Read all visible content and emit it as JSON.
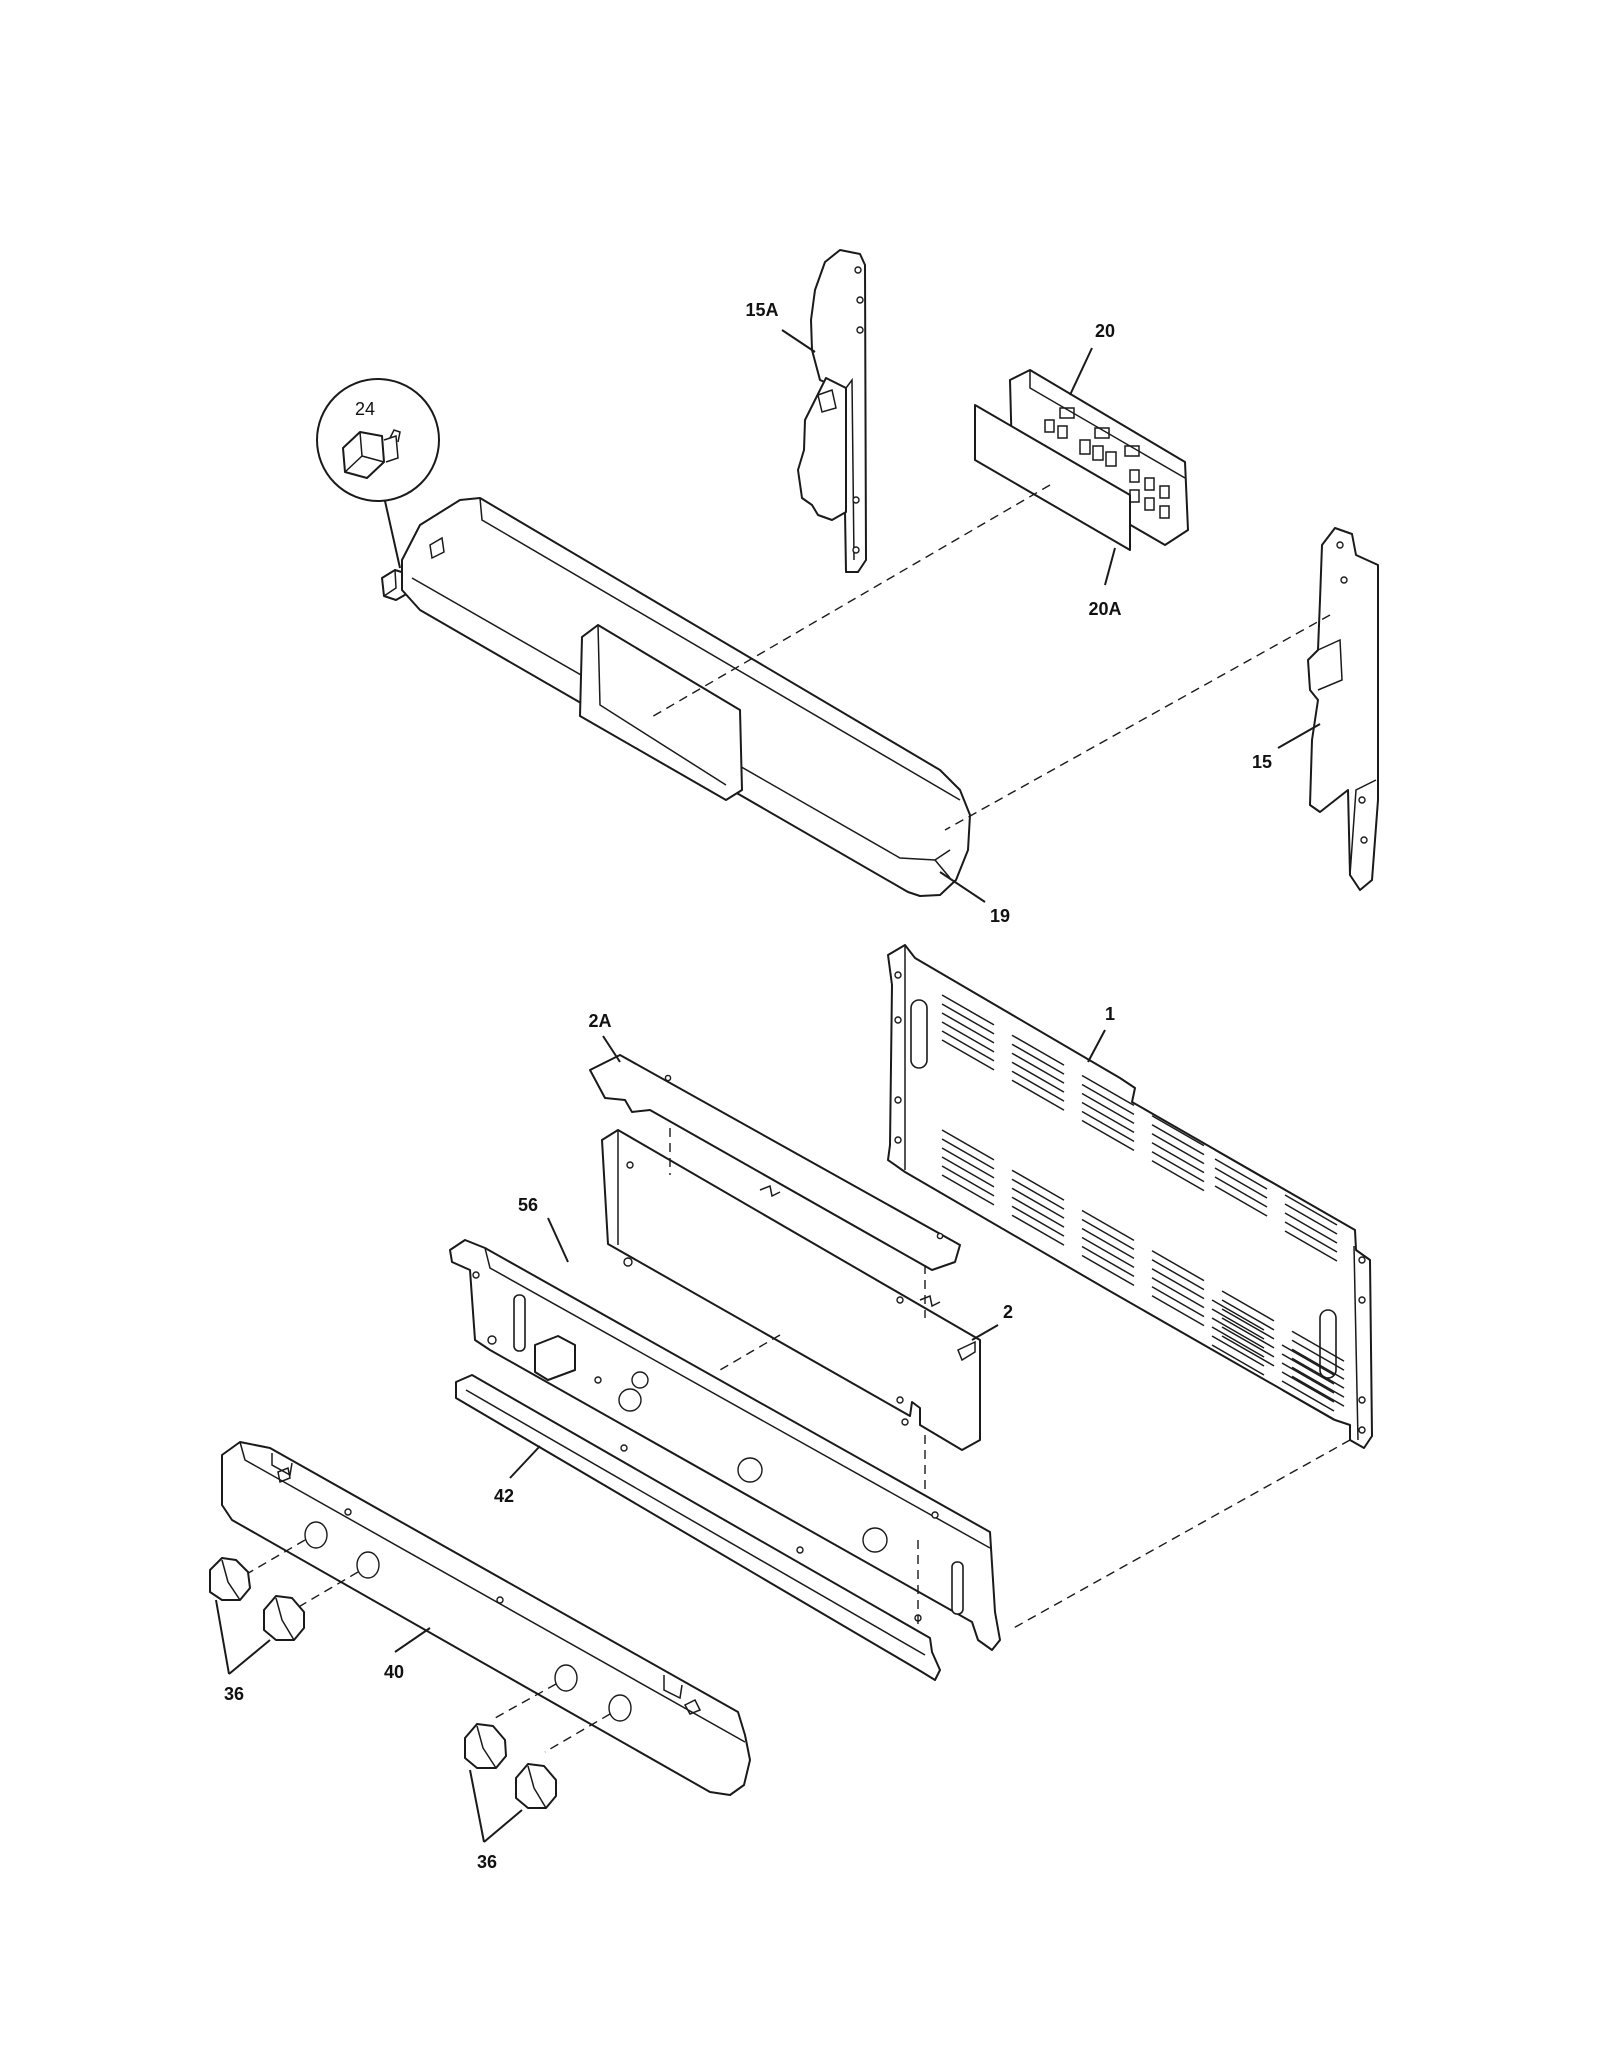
{
  "diagram": {
    "labels": {
      "p1": "1",
      "p2": "2",
      "p2a": "2A",
      "p15": "15",
      "p15a": "15A",
      "p19": "19",
      "p20": "20",
      "p20a": "20A",
      "p24": "24",
      "p36a": "36",
      "p36b": "36",
      "p40": "40",
      "p42": "42",
      "p56": "56"
    }
  }
}
